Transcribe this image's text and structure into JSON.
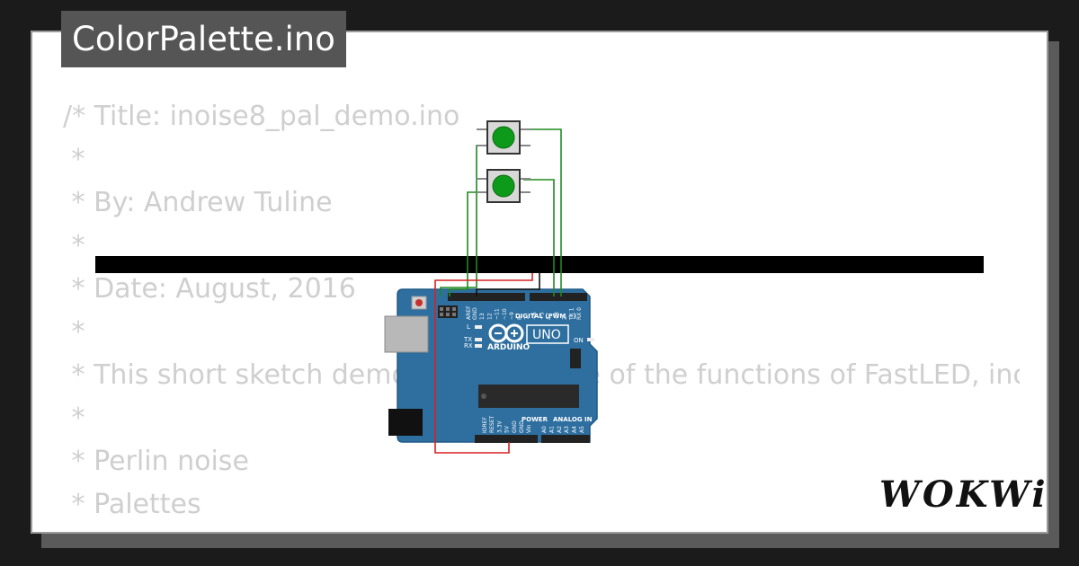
{
  "project": {
    "title": "ColorPalette.ino"
  },
  "code": {
    "text": "/* Title: inoise8_pal_demo.ino\n *\n * By: Andrew Tuline\n *\n * Date: August, 2016\n *\n * This short sketch demonstrates some of the functions of FastLED, including:\n *\n * Perlin noise\n * Palettes\n * Palette blending"
  },
  "board": {
    "brand": "ARDUINO",
    "model": "UNO",
    "digital_label": "DIGITAL (PWM ~)",
    "power_label": "POWER",
    "analog_label": "ANALOG IN",
    "on_label": "ON",
    "led_l": "L",
    "led_tx": "TX",
    "led_rx": "RX",
    "aref": "AREF",
    "gnd": "GND",
    "digital_pins": [
      "13",
      "12",
      "~11",
      "~10",
      "~9",
      "8",
      "7",
      "~6",
      "~5",
      "4",
      "~3",
      "2",
      "TX 1",
      "RX 0"
    ],
    "power_pins": [
      "IOREF",
      "RESET",
      "3.3V",
      "5V",
      "GND",
      "GND",
      "Vin"
    ],
    "analog_pins": [
      "A0",
      "A1",
      "A2",
      "A3",
      "A4",
      "A5"
    ]
  },
  "branding": {
    "logo_text": "WOKWi"
  },
  "colors": {
    "board_blue": "#2e6fa0",
    "wire_green": "#1f8a1f",
    "wire_red": "#d92020",
    "wire_black": "#111111",
    "button_green": "#0d9a1a"
  }
}
